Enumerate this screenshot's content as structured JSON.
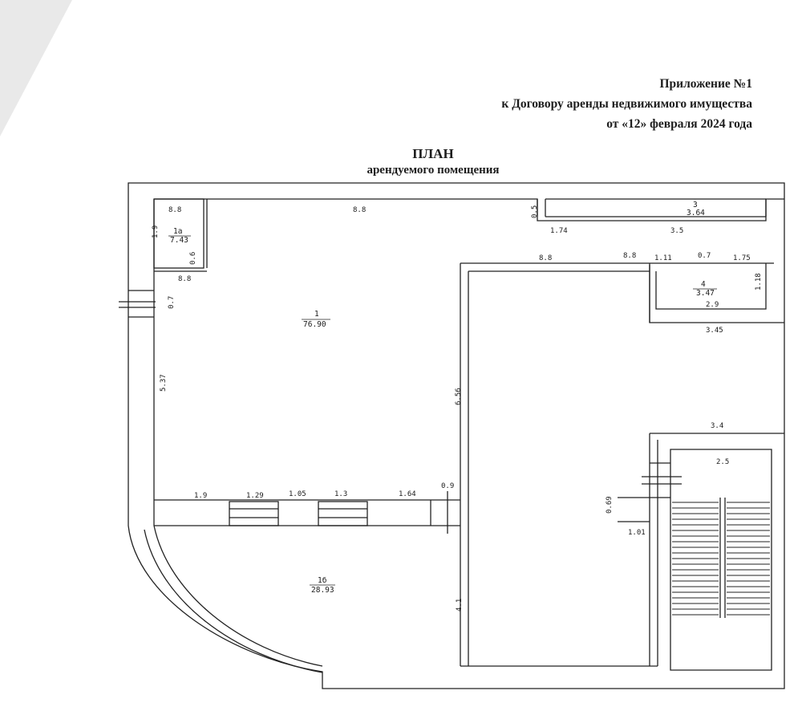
{
  "header": {
    "line1": "Приложение №1",
    "line2": "к Договору аренды недвижимого имущества",
    "line3": "от «12» февраля 2024 года"
  },
  "title": {
    "main": "ПЛАН",
    "sub": "арендуемого помещения"
  },
  "plan": {
    "dims": {
      "d_8_8_top": "8.8",
      "d_8_8_room1a": "8.8",
      "d_1_9": "1.9",
      "d_0_6": "0.6",
      "d_8_8_room1a_bottom": "8.8",
      "d_0_7": "0.7",
      "d_5_37": "5.37",
      "d_0_5": "0.5",
      "d_1_74": "1.74",
      "d_3_5": "3.5",
      "d_8_8_mid": "8.8",
      "d_8_8_mid2": "8.8",
      "d_1_11": "1.11",
      "d_0_7_right": "0.7",
      "d_1_75": "1.75",
      "d_1_18": "1.18",
      "d_2_9": "2.9",
      "d_3_45": "3.45",
      "d_6_56": "6.56",
      "d_3_4": "3.4",
      "d_2_5": "2.5",
      "d_0_69": "0.69",
      "d_1_01": "1.01",
      "d_1_9_bottom": "1.9",
      "d_1_29": "1.29",
      "d_1_05": "1.05",
      "d_1_3": "1.3",
      "d_1_64": "1.64",
      "d_0_9": "0.9",
      "d_4_1": "4.1"
    },
    "rooms": {
      "r1_num": "1",
      "r1_area": "76.90",
      "r1a_num": "1а",
      "r1a_area": "7.43",
      "r1b_num": "1б",
      "r1b_area": "28.93",
      "r3_num": "3",
      "r3_area": "3.64",
      "r4_num": "4",
      "r4_area": "3.47"
    }
  }
}
